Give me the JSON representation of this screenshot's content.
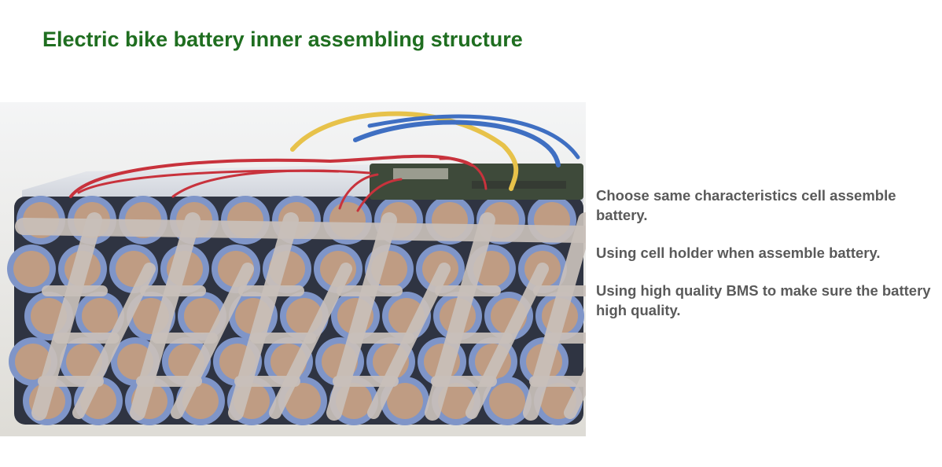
{
  "colors": {
    "title": "#1f6e20",
    "note_text": "#5a5a5a",
    "cell_wrap": "#7f95c8",
    "cell_cap": "#bf9c83",
    "nickel_strip": "#c9c0ba",
    "wire_red": "#c8323c",
    "wire_yellow": "#e7c24a",
    "wire_blue": "#3f6fc2",
    "bms_board": "#3e4a3a"
  },
  "header": {
    "title": "Electric bike battery inner assembling structure"
  },
  "photo": {
    "subject": "battery-pack"
  },
  "notes": [
    "Choose same characteristics cell assemble battery.",
    "Using cell holder when assemble battery.",
    "Using high quality BMS to make sure the battery high quality."
  ]
}
